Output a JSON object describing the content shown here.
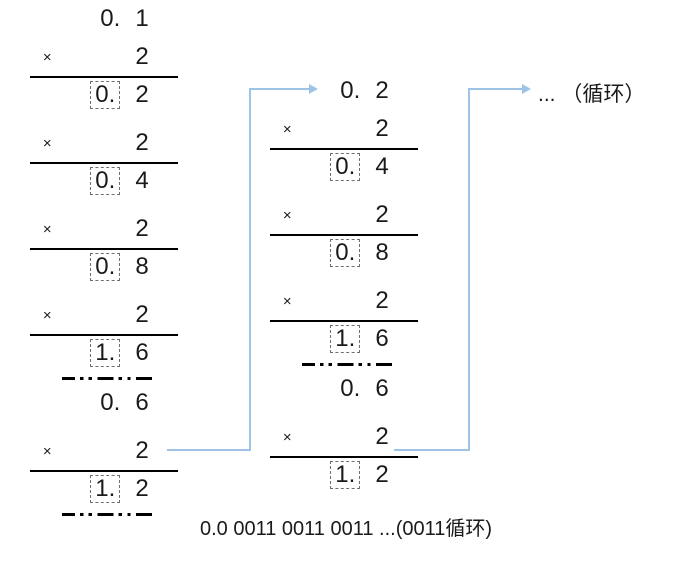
{
  "diagram": {
    "title_caption": "0.0 0011 0011 0011 ...(0011循环)",
    "loop_label": "... （循环）",
    "multiplier_symbol": "×",
    "multiplier_value": "2",
    "columns": [
      {
        "name": "left-column",
        "header": {
          "int": "0.",
          "digit": "1"
        },
        "blocks": [
          {
            "op": "×",
            "operand": "2",
            "result_int": "0.",
            "result_digit": "2",
            "boxed": true,
            "separator": "none"
          },
          {
            "op": "×",
            "operand": "2",
            "result_int": "0.",
            "result_digit": "4",
            "boxed": true,
            "separator": "none"
          },
          {
            "op": "×",
            "operand": "2",
            "result_int": "0.",
            "result_digit": "8",
            "boxed": true,
            "separator": "none"
          },
          {
            "op": "×",
            "operand": "2",
            "result_int": "1.",
            "result_digit": "6",
            "boxed": true,
            "separator": "dashdot"
          },
          {
            "op": "",
            "operand": "",
            "result_int": "0.",
            "result_digit": "6",
            "boxed": false,
            "separator": "none"
          },
          {
            "op": "×",
            "operand": "2",
            "result_int": "1.",
            "result_digit": "2",
            "boxed": true,
            "separator": "dashdot"
          }
        ]
      },
      {
        "name": "middle-column",
        "header": {
          "int": "0.",
          "digit": "2"
        },
        "blocks": [
          {
            "op": "×",
            "operand": "2",
            "result_int": "0.",
            "result_digit": "4",
            "boxed": true,
            "separator": "none"
          },
          {
            "op": "×",
            "operand": "2",
            "result_int": "0.",
            "result_digit": "8",
            "boxed": true,
            "separator": "none"
          },
          {
            "op": "×",
            "operand": "2",
            "result_int": "1.",
            "result_digit": "6",
            "boxed": true,
            "separator": "dashdot"
          },
          {
            "op": "",
            "operand": "",
            "result_int": "0.",
            "result_digit": "6",
            "boxed": false,
            "separator": "none"
          },
          {
            "op": "×",
            "operand": "2",
            "result_int": "1.",
            "result_digit": "2",
            "boxed": true,
            "separator": "none"
          }
        ]
      }
    ],
    "connectors": [
      {
        "name": "connector-left-to-middle",
        "from": "left-column-result",
        "to": "middle-column-header"
      },
      {
        "name": "connector-middle-to-loop",
        "from": "middle-column-result",
        "to": "loop-label"
      }
    ],
    "colors": {
      "connector": "#9dc3e6",
      "rule": "#000000",
      "box_border": "#6e6e6e",
      "text": "#1a1a1a",
      "background": "#ffffff"
    }
  }
}
